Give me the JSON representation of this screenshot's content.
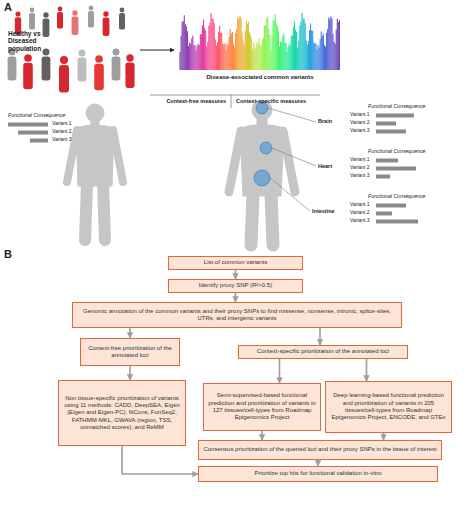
{
  "diagram": {
    "nodes": [
      {
        "text": [
          "List of common variants"
        ]
      },
      {
        "text": [
          "Identify proxy SNP (R²>0.5)"
        ]
      },
      {
        "text": [
          "Genomic annotation of the common variants and their proxy SNPs to find missense, nonsense, intronic, splice-sites, UTRs, and intergenic variants"
        ]
      },
      {
        "text": [
          "Context-free prioritization of the annotated loci"
        ]
      },
      {
        "text": [
          "Context-specific prioritization of the annotated loci"
        ]
      },
      {
        "text": [
          "Non tissue-specific prioritization of variants using 11 methods: CADD, DeepSEA, Eigen (Eigen and Eigen-PC), fitCons, FunSeq2, FATHMM-MKL, GWAVA (region, TSS, unmatched scores), and ReMM"
        ]
      },
      {
        "text": [
          "Semi-supervised-based functional prediction and prioritization of variants in 127 tissues/cell-types from Roadmap Epigenomics Project"
        ]
      },
      {
        "text": [
          "Deep learning-based functional prediction and prioritization of variants in 205 tissues/cell-types from Roadmap Epigenomics Project, ENCODE, and GTEx"
        ]
      },
      {
        "text": [
          "Consensus prioritization of the queried loci and their proxy SNPs in the tissue of interest"
        ]
      },
      {
        "text": [
          "Prioritize top hits for functional validation in-vitro"
        ]
      }
    ],
    "edges": [
      {
        "from": 0,
        "to": 1,
        "arrow": "to"
      },
      {
        "from": 1,
        "to": 2,
        "arrow": "to"
      },
      {
        "from": 2,
        "to": 3,
        "arrow": "to"
      },
      {
        "from": 2,
        "to": 4,
        "arrow": "to"
      },
      {
        "from": 3,
        "to": 5,
        "arrow": "to"
      },
      {
        "from": 4,
        "to": 6,
        "arrow": "to"
      },
      {
        "from": 4,
        "to": 7,
        "arrow": "to"
      },
      {
        "from": 5,
        "to": 9,
        "arrow": "to"
      },
      {
        "from": 6,
        "to": 8,
        "arrow": "to"
      },
      {
        "from": 7,
        "to": 8,
        "arrow": "to"
      },
      {
        "from": 8,
        "to": 9,
        "arrow": "to"
      }
    ],
    "labels": [
      "A",
      "Healthy vs Diseased population",
      "Disease-associated common variants",
      "Context-free measures",
      "Context-specific measures",
      "Functional Consequence",
      "Variant 1",
      "Variant 2",
      "Variant 3",
      "Brain",
      "Functional Consequence",
      "Variant 1",
      "Variant 2",
      "Variant 3",
      "Heart",
      "Functional Consequence",
      "Variant 1",
      "Variant 2",
      "Variant 3",
      "Intestine",
      "Functional Consequence",
      "Variant 1",
      "Variant 2",
      "Variant 3",
      "B"
    ]
  }
}
